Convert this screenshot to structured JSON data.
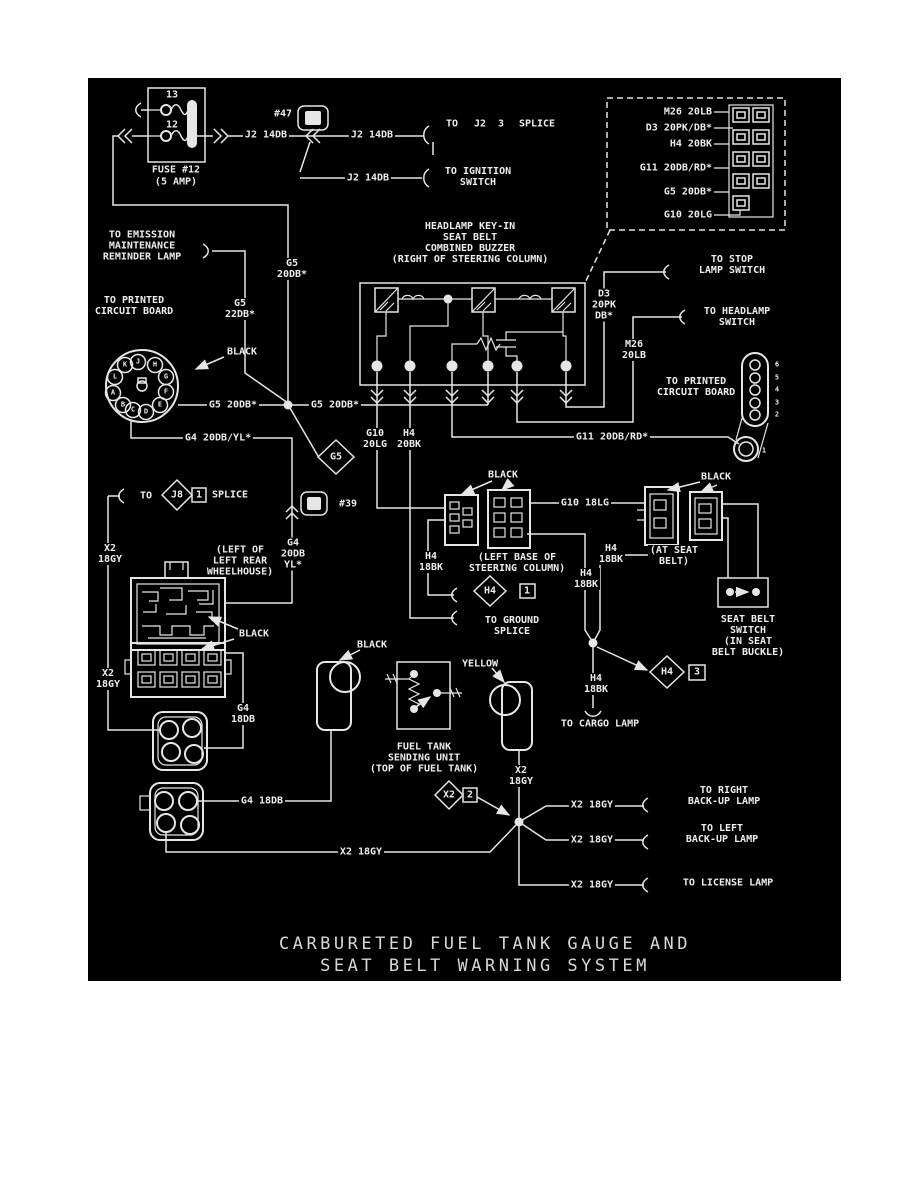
{
  "title": {
    "line1": "CARBURETED FUEL TANK GAUGE AND",
    "line2": "SEAT BELT WARNING SYSTEM"
  },
  "colors": {
    "page_bg": "#ffffff",
    "diagram_bg": "#000000",
    "line": "#e6e6e6"
  },
  "labels": {
    "fuse_name": "FUSE #12",
    "fuse_amp": "(5 AMP)",
    "grommet_47": "#47",
    "grommet_39": "#39",
    "j2_14db": "J2 14DB",
    "to_word": "TO",
    "splice_word": "SPLICE",
    "to_ignition": "TO IGNITION\nSWITCH",
    "to_emission": "TO EMISSION\nMAINTENANCE\nREMINDER LAMP",
    "to_printed_cb": "TO PRINTED\nCIRCUIT BOARD",
    "black": "BLACK",
    "yellow": "YELLOW",
    "g5_20db": "G5 20DB*",
    "g5_20db_stack": "G5\n20DB*",
    "g5_22db_stack": "G5\n22DB*",
    "g4_20db_yl": "G4 20DB/YL*",
    "g4_20db_yl_stack": "G4\n20DB\nYL*",
    "g4_18db": "G4 18DB",
    "g4_18db_stack": "G4\n18DB",
    "x2_18gy": "X2 18GY",
    "x2_18gy_stack": "X2\n18GY",
    "g10_20lg_stack": "G10\n20LG",
    "h4_20bk_stack": "H4\n20BK",
    "g10_18lg": "G10 18LG",
    "h4_18bk_stack": "H4\n18BK",
    "g11_20db_rd": "G11 20DB/RD*",
    "m26_20lb_stack": "M26\n20LB",
    "d3_stack": "D3\n20PK\nDB*",
    "buzzer_title": "HEADLAMP KEY-IN\nSEAT BELT\nCOMBINED BUZZER\n(RIGHT OF STEERING COLUMN)",
    "box_m26": "M26 20LB",
    "box_d3": "D3 20PK/DB*",
    "box_h4": "H4 20BK",
    "box_g11": "G11 20DB/RD*",
    "box_g5": "G5 20DB*",
    "box_g10": "G10 20LG",
    "to_stop": "TO STOP\nLAMP SWITCH",
    "to_headlamp": "TO HEADLAMP\nSWITCH",
    "left_base": "(LEFT BASE OF\nSTEERING COLUMN)",
    "to_ground": "TO GROUND\nSPLICE",
    "at_seat_belt": "(AT SEAT\nBELT)",
    "seat_belt_switch": "SEAT BELT\nSWITCH\n(IN SEAT\nBELT BUCKLE)",
    "wheelhouse": "(LEFT OF\nLEFT REAR\nWHEELHOUSE)",
    "fuel_unit": "FUEL TANK\nSENDING UNIT\n(TOP OF FUEL TANK)",
    "to_cargo": "TO CARGO LAMP",
    "to_right_backup": "TO RIGHT\nBACK-UP LAMP",
    "to_left_backup": "TO LEFT\nBACK-UP LAMP",
    "to_license": "TO LICENSE LAMP"
  },
  "splices": {
    "j2": {
      "id": "J2",
      "n": "3"
    },
    "j8": {
      "id": "J8",
      "n": "1"
    },
    "g5": {
      "id": "G5"
    },
    "h4_ground": {
      "id": "H4",
      "n": "1"
    },
    "h4_cargo": {
      "id": "H4",
      "n": "3"
    },
    "x2": {
      "id": "X2",
      "n": "2"
    }
  },
  "pins": {
    "fuse": [
      "13",
      "12"
    ],
    "circular": [
      "K",
      "J",
      "H",
      "L",
      "G",
      "A",
      "F",
      "B",
      "C",
      "D",
      "E"
    ],
    "pcb": [
      "6",
      "5",
      "4",
      "3",
      "2",
      "1"
    ]
  }
}
